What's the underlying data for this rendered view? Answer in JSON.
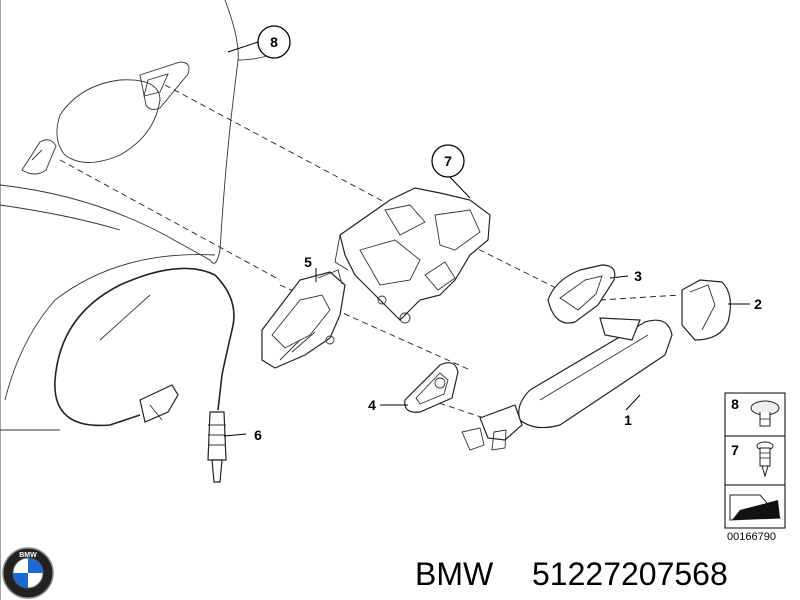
{
  "callouts": {
    "c1": "1",
    "c2": "2",
    "c3": "3",
    "c4": "4",
    "c5": "5",
    "c6": "6",
    "c7": "7",
    "c8": "8"
  },
  "legend": {
    "row1": "8",
    "row2": "7"
  },
  "drawing_number": "00166790",
  "footer": {
    "brand": "BMW",
    "part_number": "51227207568",
    "logo_text": "BMW"
  }
}
